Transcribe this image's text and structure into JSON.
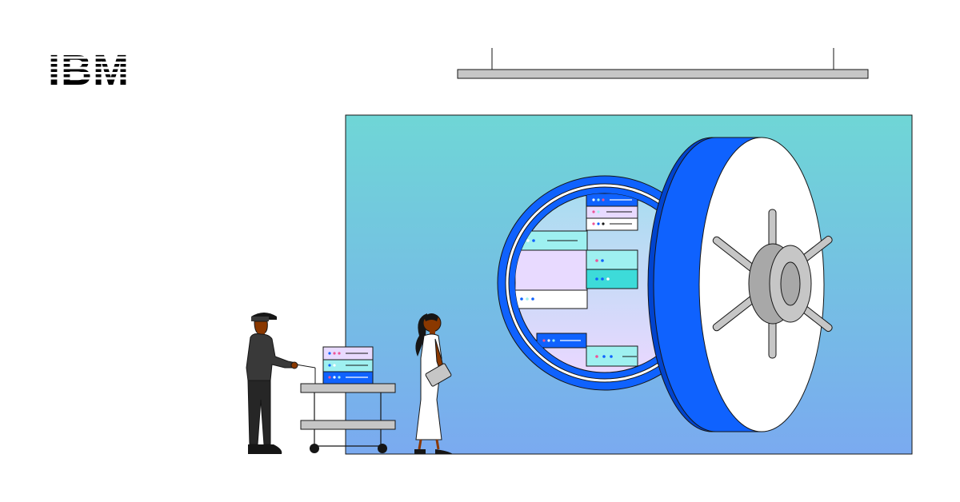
{
  "logo": {
    "text": "IBM",
    "color": "#000000"
  },
  "colors": {
    "wall_top": "#6fd6d6",
    "wall_bottom": "#7aaaf0",
    "vault_blue": "#0f62fe",
    "vault_dark": "#0043ce",
    "door_white": "#ffffff",
    "handle_gray": "#c6c6c6",
    "rack_teal": "#9ef0f0",
    "rack_lavender": "#e8daff",
    "rack_blue": "#0f62fe",
    "cart_gray": "#c6c6c6",
    "ink": "#161616"
  },
  "icons": {
    "logo": "ibm-logo",
    "vault": "vault-door-icon",
    "handle": "vault-wheel-icon",
    "cart": "server-cart-icon",
    "worker": "technician-figure",
    "woman": "woman-with-tablet-figure"
  }
}
